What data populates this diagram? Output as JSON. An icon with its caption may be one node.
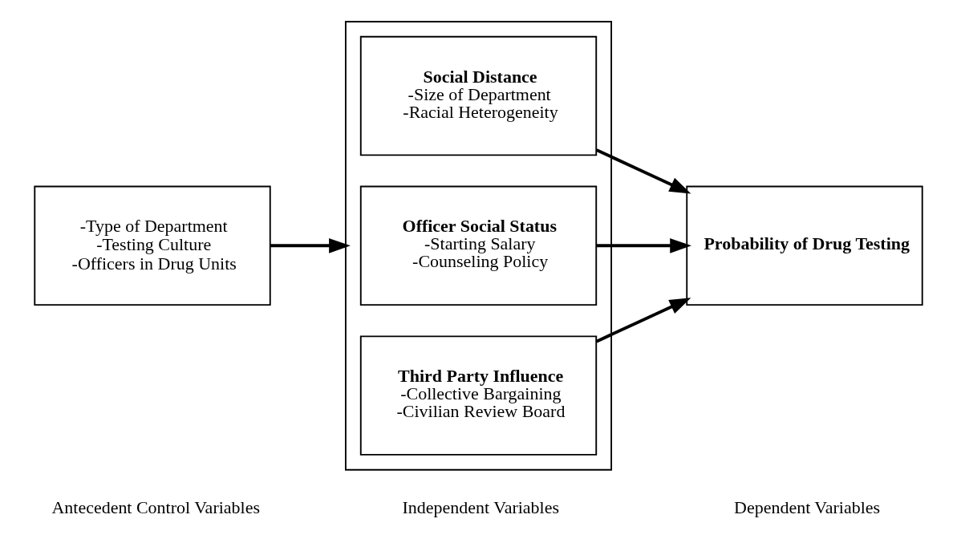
{
  "diagram": {
    "nodes": [
      {
        "text": [
          "-Type of Department",
          "-Testing Culture",
          "-Officers in Drug Units"
        ]
      },
      {
        "text": [],
        "shape": "box"
      },
      {
        "text": [
          "Social Distance",
          "-Size of Department",
          "-Racial Heterogeneity"
        ],
        "in": 1
      },
      {
        "text": [
          "Officer Social Status",
          "-Starting Salary",
          "-Counseling Policy"
        ],
        "in": 1
      },
      {
        "text": [
          "Third Party Influence",
          "-Collective Bargaining",
          "-Civilian Review Board"
        ],
        "in": 1
      },
      {
        "text": [
          "Probability of Drug Testing"
        ]
      }
    ],
    "edges": [
      {
        "from": 0,
        "to": 1,
        "arrow": "to"
      },
      {
        "from": 2,
        "to": 5,
        "arrow": "to"
      },
      {
        "from": 3,
        "to": 5,
        "arrow": "to"
      },
      {
        "from": 4,
        "to": 5,
        "arrow": "to"
      }
    ],
    "labels": [
      "Antecedent Control Variables",
      "Independent Variables",
      "Dependent Variables"
    ]
  }
}
